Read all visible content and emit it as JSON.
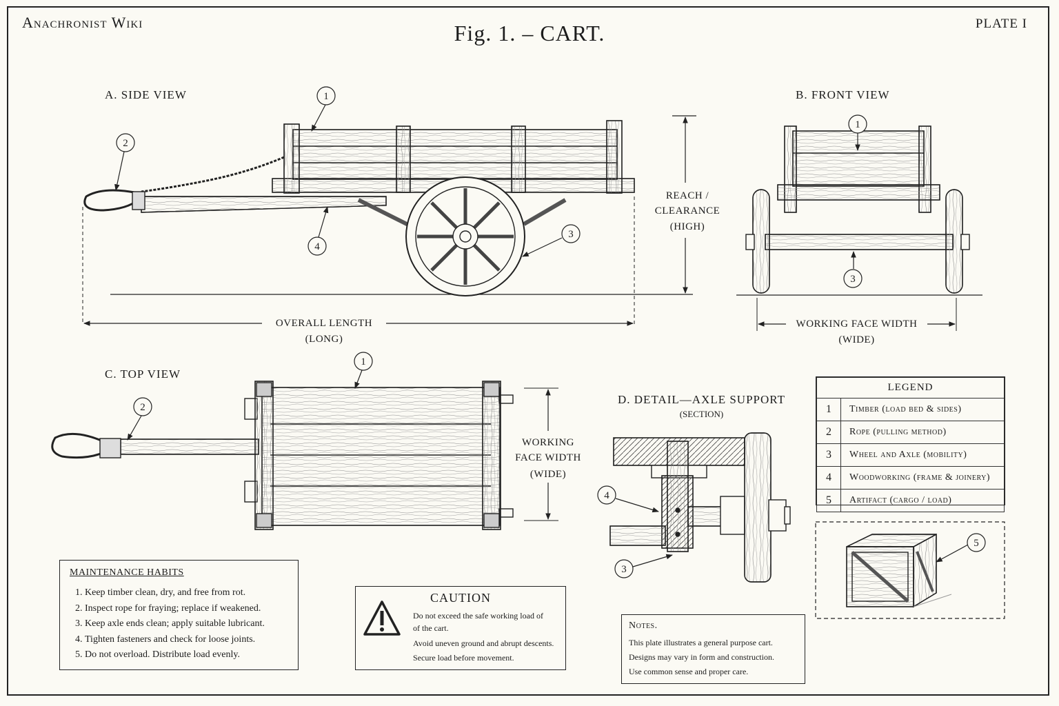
{
  "header": {
    "site_name": "Anachronist Wiki",
    "title": "Fig. 1. – CART.",
    "plate": "PLATE I"
  },
  "views": {
    "side": {
      "title": "A.  SIDE  VIEW",
      "dim_length": "OVERALL  LENGTH",
      "dim_length_sub": "(LONG)",
      "dim_height_1": "REACH /",
      "dim_height_2": "CLEARANCE",
      "dim_height_3": "(HIGH)",
      "callouts": [
        "1",
        "2",
        "3",
        "4"
      ]
    },
    "front": {
      "title": "B.  FRONT  VIEW",
      "dim_width": "WORKING  FACE  WIDTH",
      "dim_width_sub": "(WIDE)",
      "callouts": [
        "1",
        "3"
      ]
    },
    "top": {
      "title": "C.  TOP  VIEW",
      "dim_1": "WORKING",
      "dim_2": "FACE WIDTH",
      "dim_3": "(WIDE)",
      "callouts": [
        "1",
        "2"
      ]
    },
    "detail": {
      "title": "D.  DETAIL—AXLE  SUPPORT",
      "subtitle": "(SECTION)",
      "callouts": [
        "4",
        "3"
      ]
    },
    "crate": {
      "callout": "5"
    }
  },
  "legend": {
    "title": "LEGEND",
    "items": [
      {
        "num": "1",
        "label": "Timber  (load bed & sides)"
      },
      {
        "num": "2",
        "label": "Rope  (pulling method)"
      },
      {
        "num": "3",
        "label": "Wheel and Axle  (mobility)"
      },
      {
        "num": "4",
        "label": "Woodworking  (frame & joinery)"
      },
      {
        "num": "5",
        "label": "Artifact  (cargo / load)"
      }
    ]
  },
  "maintenance": {
    "title": "MAINTENANCE HABITS",
    "items": [
      "Keep timber clean, dry, and free from rot.",
      "Inspect rope for fraying; replace if weakened.",
      "Keep axle ends clean; apply suitable lubricant.",
      "Tighten fasteners and check for loose joints.",
      "Do not overload.  Distribute load evenly."
    ]
  },
  "caution": {
    "title": "CAUTION",
    "line1": "Do not exceed the safe working load of",
    "line2": "of the cart.",
    "line3": "Avoid uneven ground and abrupt descents.",
    "line4": "Secure load before movement."
  },
  "notes": {
    "title": "Notes.",
    "line1": "This plate illustrates a general purpose cart.",
    "line2": "Designs may vary in form and construction.",
    "line3": "Use common sense and proper care."
  }
}
